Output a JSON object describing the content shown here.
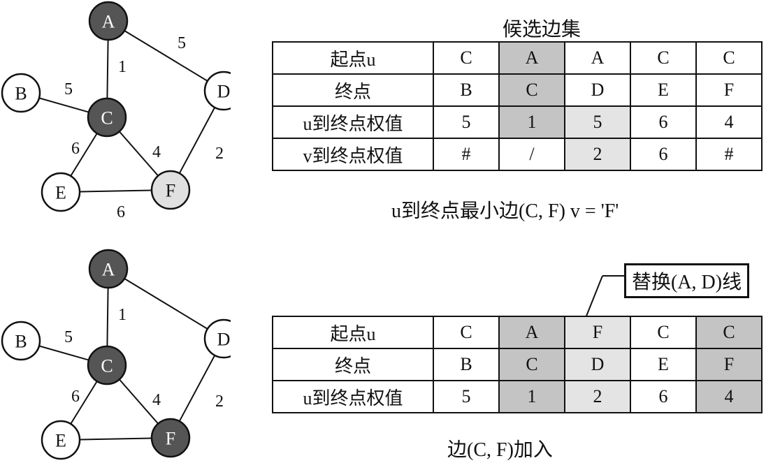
{
  "colors": {
    "visited": "#555555",
    "candidate": "#e0e0e0",
    "unvisited": "#ffffff"
  },
  "top": {
    "graph": {
      "nodes": [
        {
          "id": "A",
          "fill": "visited"
        },
        {
          "id": "B",
          "fill": "unvisited"
        },
        {
          "id": "C",
          "fill": "visited"
        },
        {
          "id": "D",
          "fill": "unvisited"
        },
        {
          "id": "E",
          "fill": "unvisited"
        },
        {
          "id": "F",
          "fill": "candidate"
        }
      ],
      "edges": [
        {
          "from": "A",
          "to": "C",
          "weight": "1"
        },
        {
          "from": "A",
          "to": "D",
          "weight": "5"
        },
        {
          "from": "B",
          "to": "C",
          "weight": "5"
        },
        {
          "from": "C",
          "to": "E",
          "weight": "6"
        },
        {
          "from": "C",
          "to": "F",
          "weight": "4"
        },
        {
          "from": "D",
          "to": "F",
          "weight": "2"
        },
        {
          "from": "E",
          "to": "F",
          "weight": "6"
        }
      ]
    },
    "table_title": "候选边集",
    "rows": [
      {
        "label": "起点u",
        "cells": [
          "C",
          "A",
          "A",
          "C",
          "C"
        ]
      },
      {
        "label": "终点",
        "cells": [
          "B",
          "C",
          "D",
          "E",
          "F"
        ]
      },
      {
        "label": "u到终点权值",
        "cells": [
          "5",
          "1",
          "5",
          "6",
          "4"
        ]
      },
      {
        "label": "v到终点权值",
        "cells": [
          "#",
          "/",
          "2",
          "6",
          "#"
        ]
      }
    ],
    "caption": "u到终点最小边(C, F) v = 'F'"
  },
  "bottom": {
    "graph": {
      "nodes": [
        {
          "id": "A",
          "fill": "visited"
        },
        {
          "id": "B",
          "fill": "unvisited"
        },
        {
          "id": "C",
          "fill": "visited"
        },
        {
          "id": "D",
          "fill": "unvisited"
        },
        {
          "id": "E",
          "fill": "unvisited"
        },
        {
          "id": "F",
          "fill": "visited"
        }
      ],
      "edges": [
        {
          "from": "A",
          "to": "C",
          "weight": "1"
        },
        {
          "from": "A",
          "to": "D",
          "weight": ""
        },
        {
          "from": "B",
          "to": "C",
          "weight": "5"
        },
        {
          "from": "C",
          "to": "E",
          "weight": "6"
        },
        {
          "from": "C",
          "to": "F",
          "weight": "4"
        },
        {
          "from": "D",
          "to": "F",
          "weight": "2"
        },
        {
          "from": "E",
          "to": "F",
          "weight": ""
        }
      ]
    },
    "callout": "替换(A, D)线",
    "rows": [
      {
        "label": "起点u",
        "cells": [
          "C",
          "A",
          "F",
          "C",
          "C"
        ]
      },
      {
        "label": "终点",
        "cells": [
          "B",
          "C",
          "D",
          "E",
          "F"
        ]
      },
      {
        "label": "u到终点权值",
        "cells": [
          "5",
          "1",
          "2",
          "6",
          "4"
        ]
      }
    ],
    "caption": "边(C, F)加入"
  }
}
